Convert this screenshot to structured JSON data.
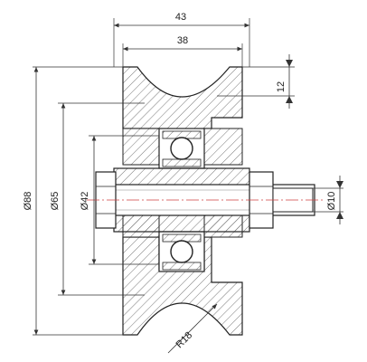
{
  "dimensions": {
    "overall_width": "43",
    "inner_width": "38",
    "groove_depth": "12",
    "outer_diameter": "Ø88",
    "groove_diameter": "Ø65",
    "bearing_diameter": "Ø42",
    "axle_diameter": "Ø10",
    "groove_radius": "R18"
  },
  "colors": {
    "line": "#222222",
    "hatch": "#555555",
    "dim_line": "#333333",
    "centerline": "#d04040"
  }
}
